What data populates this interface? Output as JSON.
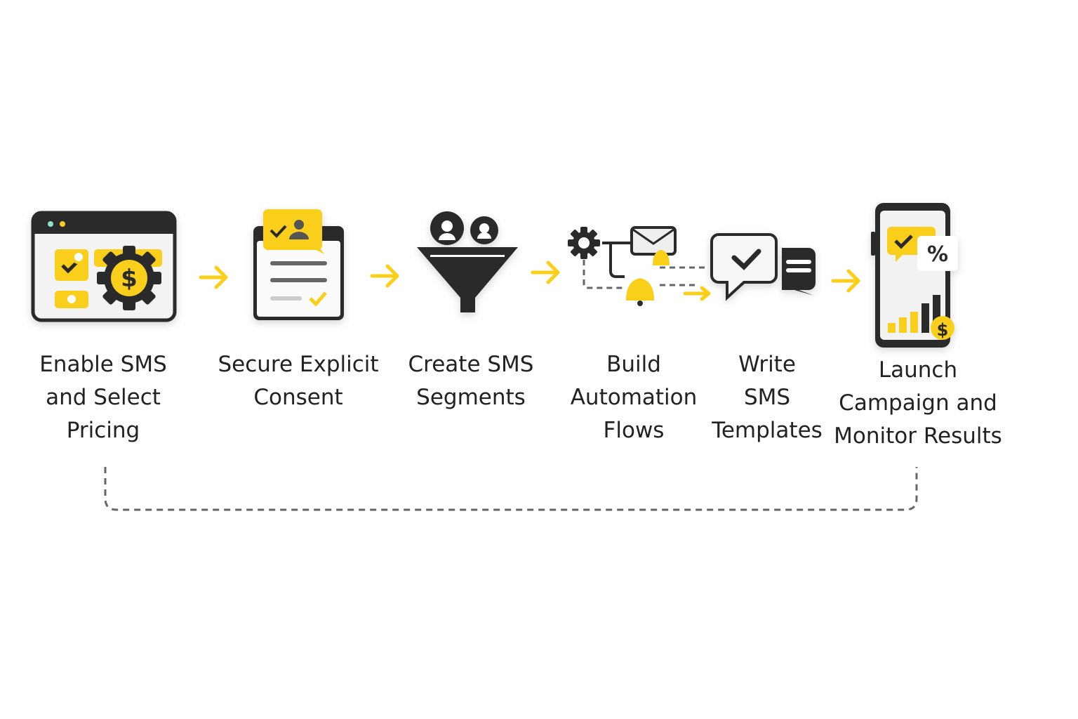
{
  "steps": [
    {
      "icon": "browser-gear-dollar-icon",
      "lines": [
        "Enable SMS",
        "and Select",
        "Pricing"
      ]
    },
    {
      "icon": "consent-clipboard-icon",
      "lines": [
        "Secure Explicit",
        "Consent"
      ]
    },
    {
      "icon": "audience-funnel-icon",
      "lines": [
        "Create SMS",
        "Segments"
      ]
    },
    {
      "icon": "automation-flow-icon",
      "lines": [
        "Build",
        "Automation",
        "Flows"
      ]
    },
    {
      "icon": "chat-bubbles-icon",
      "lines": [
        "Write",
        "SMS",
        "Templates"
      ]
    },
    {
      "icon": "phone-analytics-icon",
      "lines": [
        "Launch",
        "Campaign and",
        "Monitor Results"
      ]
    }
  ],
  "colors": {
    "accent": "#f9cf1a",
    "dark": "#2a2a2a",
    "text": "#222222",
    "dash": "#666666"
  }
}
